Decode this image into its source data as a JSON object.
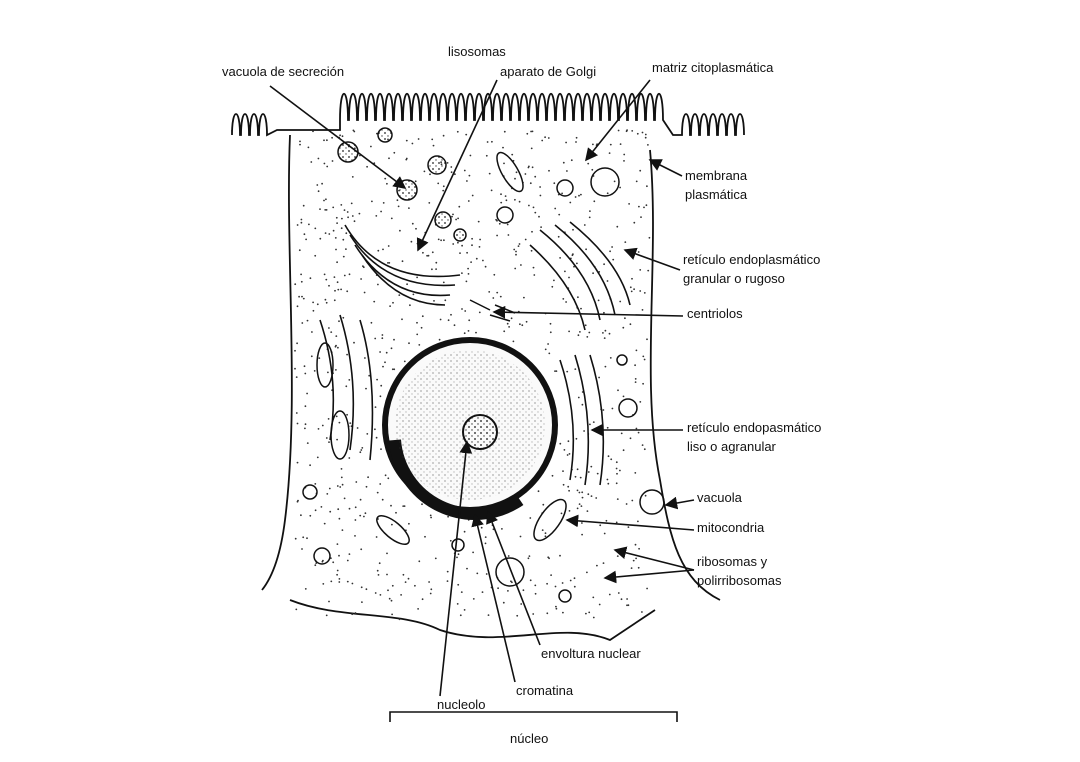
{
  "labels": {
    "lisosomas": "lisosomas",
    "vacuola_secrecion": "vacuola de secreción",
    "golgi": "aparato de Golgi",
    "matriz": "matriz citoplasmática",
    "membrana_1": "membrana",
    "membrana_2": "plasmática",
    "rer_1": "retículo endoplasmático",
    "rer_2": "granular o rugoso",
    "centriolos": "centriolos",
    "rel_1": "retículo endopasmático",
    "rel_2": "liso o agranular",
    "vacuola": "vacuola",
    "mitocondria": "mitocondria",
    "ribosomas_1": "ribosomas y",
    "ribosomas_2": "polirribosomas",
    "envoltura": "envoltura nuclear",
    "cromatina": "cromatina",
    "nucleolo": "nucleolo",
    "nucleo": "núcleo"
  }
}
